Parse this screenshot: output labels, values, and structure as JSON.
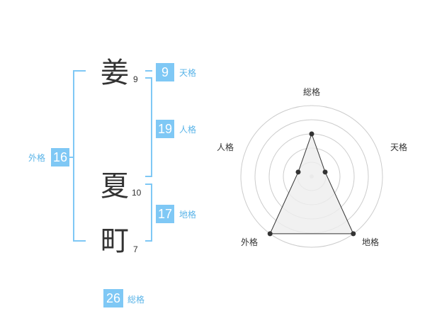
{
  "name": {
    "chars": [
      {
        "char": "姜",
        "strokes": "9"
      },
      {
        "char": "夏",
        "strokes": "10"
      },
      {
        "char": "町",
        "strokes": "7"
      }
    ]
  },
  "fortune": {
    "tenkaku": {
      "label": "天格",
      "value": "9"
    },
    "jinkaku": {
      "label": "人格",
      "value": "19"
    },
    "chikaku": {
      "label": "地格",
      "value": "17"
    },
    "gaikaku": {
      "label": "外格",
      "value": "16"
    },
    "soukaku": {
      "label": "総格",
      "value": "26"
    }
  },
  "colors": {
    "accent": "#7fc8f5",
    "accent_text": "#5ab4e8",
    "radar_fill": "#eeeeee",
    "radar_grid": "#cccccc"
  },
  "chart_data": {
    "type": "radar",
    "axes": [
      "総格",
      "天格",
      "地格",
      "外格",
      "人格"
    ],
    "values": [
      3,
      1,
      5,
      5,
      1
    ],
    "max": 5,
    "levels": 5
  }
}
